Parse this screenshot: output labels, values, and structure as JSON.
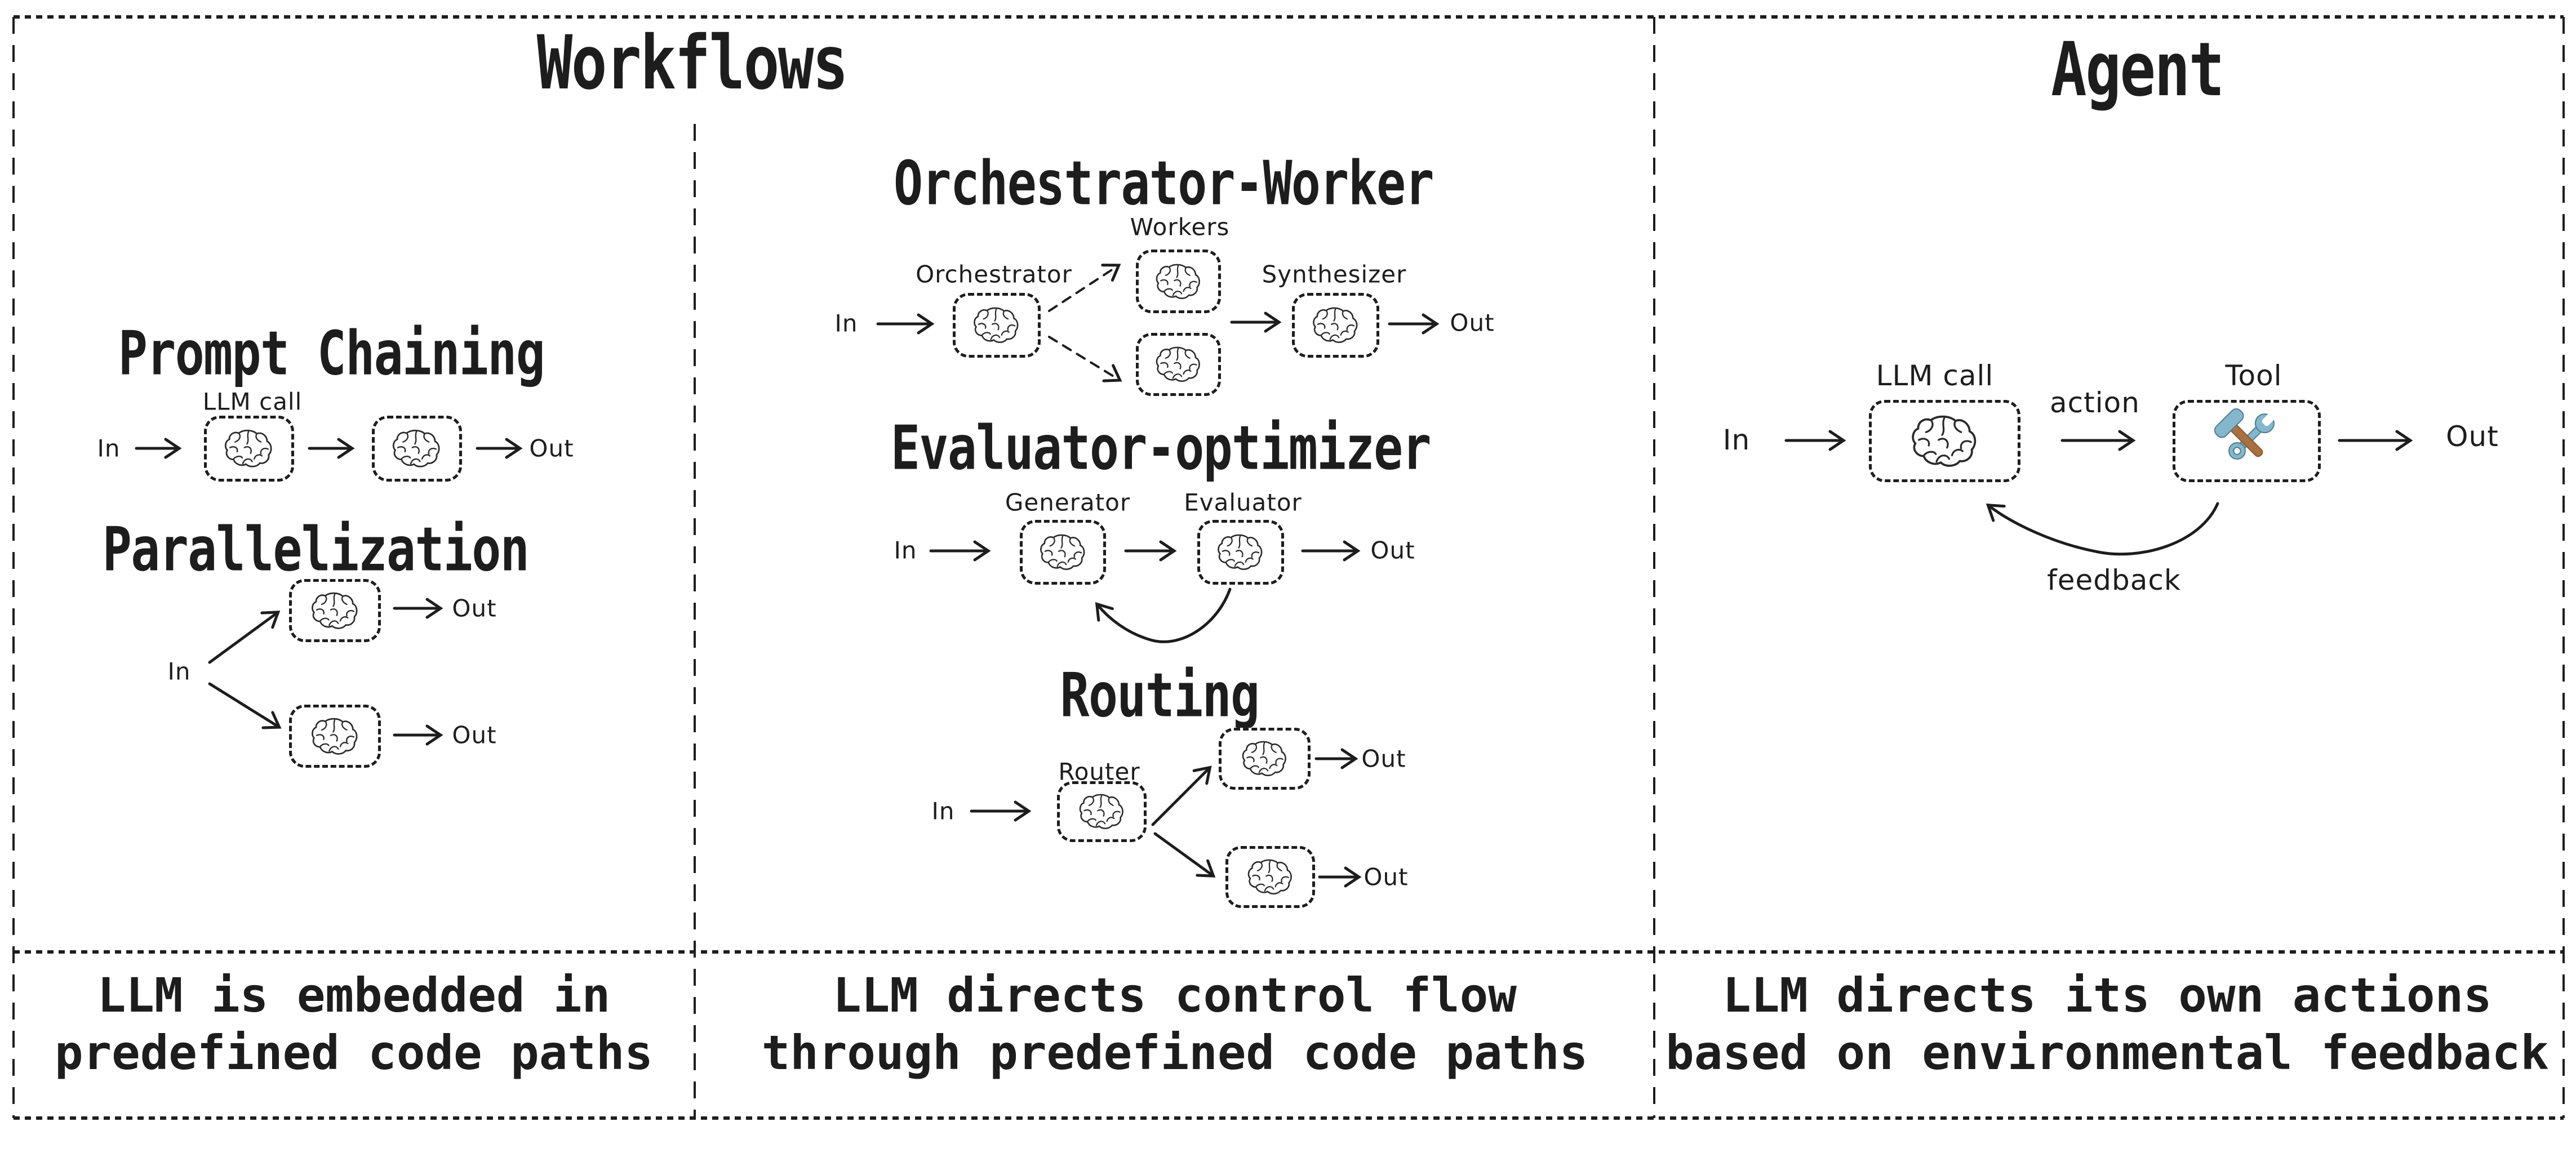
{
  "colors": {
    "ink": "#1d1d1d",
    "background": "#ffffff",
    "tool_steel": "#85b7cc",
    "tool_steel_dark": "#4f8096",
    "tool_handle_brown": "#a9713f"
  },
  "workflows": {
    "title": "Workflows",
    "prompt_chaining": {
      "title": "Prompt Chaining",
      "in_label": "In",
      "llm_call_label": "LLM call",
      "out_label": "Out",
      "icon": "brain-icon"
    },
    "parallelization": {
      "title": "Parallelization",
      "in_label": "In",
      "out_top_label": "Out",
      "out_bottom_label": "Out",
      "icon": "brain-icon"
    },
    "orchestrator_worker": {
      "title": "Orchestrator-Worker",
      "in_label": "In",
      "orchestrator_label": "Orchestrator",
      "workers_label": "Workers",
      "synthesizer_label": "Synthesizer",
      "out_label": "Out",
      "icon": "brain-icon"
    },
    "evaluator_optimizer": {
      "title": "Evaluator-optimizer",
      "in_label": "In",
      "generator_label": "Generator",
      "evaluator_label": "Evaluator",
      "out_label": "Out",
      "icon": "brain-icon"
    },
    "routing": {
      "title": "Routing",
      "in_label": "In",
      "router_label": "Router",
      "out_top_label": "Out",
      "out_bottom_label": "Out",
      "icon": "brain-icon"
    },
    "caption_left": {
      "line1": "LLM is embedded in",
      "line2": "predefined code paths"
    },
    "caption_middle": {
      "line1": "LLM directs control flow",
      "line2": "through predefined code paths"
    }
  },
  "agent": {
    "title": "Agent",
    "in_label": "In",
    "llm_call_label": "LLM call",
    "action_label": "action",
    "tool_label": "Tool",
    "out_label": "Out",
    "feedback_label": "feedback",
    "caption": {
      "line1": "LLM directs its own actions",
      "line2": "based on environmental feedback"
    },
    "icons": {
      "llm": "brain-icon",
      "tool": "hammer-wrench-icon"
    }
  }
}
